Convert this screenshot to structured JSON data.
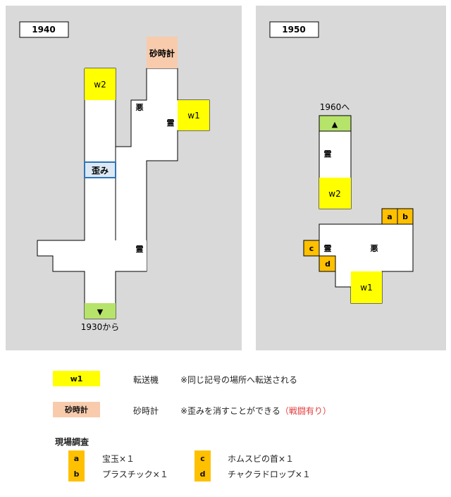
{
  "panels": [
    {
      "year_label": "1940",
      "markers": {
        "hourglass": "砂時計",
        "w2": "w2",
        "w1": "w1",
        "distortion": "歪み",
        "evil": "悪",
        "spirit_a": "霊",
        "spirit_b": "霊",
        "down_arrow": "▼",
        "from_label": "1930から"
      }
    },
    {
      "year_label": "1950",
      "markers": {
        "to_label": "1960へ",
        "up_arrow": "▲",
        "spirit_top": "霊",
        "w2": "w2",
        "a": "a",
        "b": "b",
        "c": "c",
        "d": "d",
        "spirit_bottom": "霊",
        "evil": "悪",
        "w1": "w1"
      }
    }
  ],
  "legend": {
    "w1": {
      "swatch": "w1",
      "name": "転送機",
      "note": "※同じ記号の場所へ転送される"
    },
    "hourglass": {
      "swatch": "砂時計",
      "name": "砂時計",
      "note": "※歪みを消すことができる",
      "note_warn": "（戦闘有り）"
    }
  },
  "survey": {
    "title": "現場調査",
    "items": [
      {
        "key": "a",
        "text": "宝玉×１"
      },
      {
        "key": "b",
        "text": "プラスチック×１"
      },
      {
        "key": "c",
        "text": "ホムスビの首×１"
      },
      {
        "key": "d",
        "text": "チャクラドロップ×１"
      }
    ]
  },
  "colors": {
    "panel_bg": "#d9d9d9",
    "teleporter": "#ffff00",
    "hourglass": "#f8cbad",
    "arrow_tile": "#b6e36a",
    "chest": "#ffc000",
    "distortion_fill": "#dce9f5",
    "distortion_border": "#2e75b6",
    "warn": "#e03a3a"
  }
}
